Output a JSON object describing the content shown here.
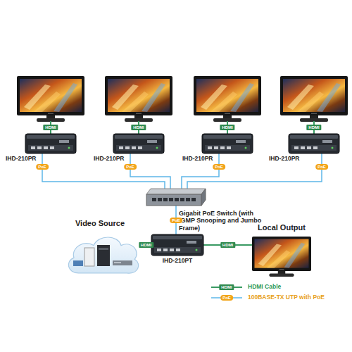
{
  "diagram": {
    "nodes": [
      {
        "text": [
          "IHD-210PR"
        ]
      },
      {
        "text": [
          "IHD-210PR"
        ]
      },
      {
        "text": [
          "IHD-210PR"
        ]
      },
      {
        "text": [
          "IHD-210PR"
        ]
      },
      {
        "text": [
          "Gigabit PoE Switch (with IGMP Snooping and Jumbo Frame)"
        ]
      },
      {
        "text": [
          "Video Source"
        ]
      },
      {
        "text": [
          "IHD-210PT"
        ]
      },
      {
        "text": [
          "Local Output"
        ]
      }
    ],
    "edges": [
      {
        "from": 0,
        "to": 4,
        "label": "PoE",
        "arrow": "none"
      },
      {
        "from": 1,
        "to": 4,
        "label": "PoE",
        "arrow": "none"
      },
      {
        "from": 2,
        "to": 4,
        "label": "PoE",
        "arrow": "none"
      },
      {
        "from": 3,
        "to": 4,
        "label": "PoE",
        "arrow": "none"
      },
      {
        "from": 4,
        "to": 6,
        "label": "PoE",
        "arrow": "none"
      },
      {
        "from": 5,
        "to": 6,
        "label": "HDMI",
        "arrow": "none"
      },
      {
        "from": 6,
        "to": 7,
        "label": "HDMI",
        "arrow": "none"
      }
    ],
    "labels": [
      "HDMI",
      "HDMI",
      "HDMI",
      "HDMI",
      "HDMI",
      "PoE"
    ],
    "legend": [
      {
        "text": "HDMI Cable"
      },
      {
        "text": "100BASE-TX UTP with PoE"
      }
    ]
  }
}
